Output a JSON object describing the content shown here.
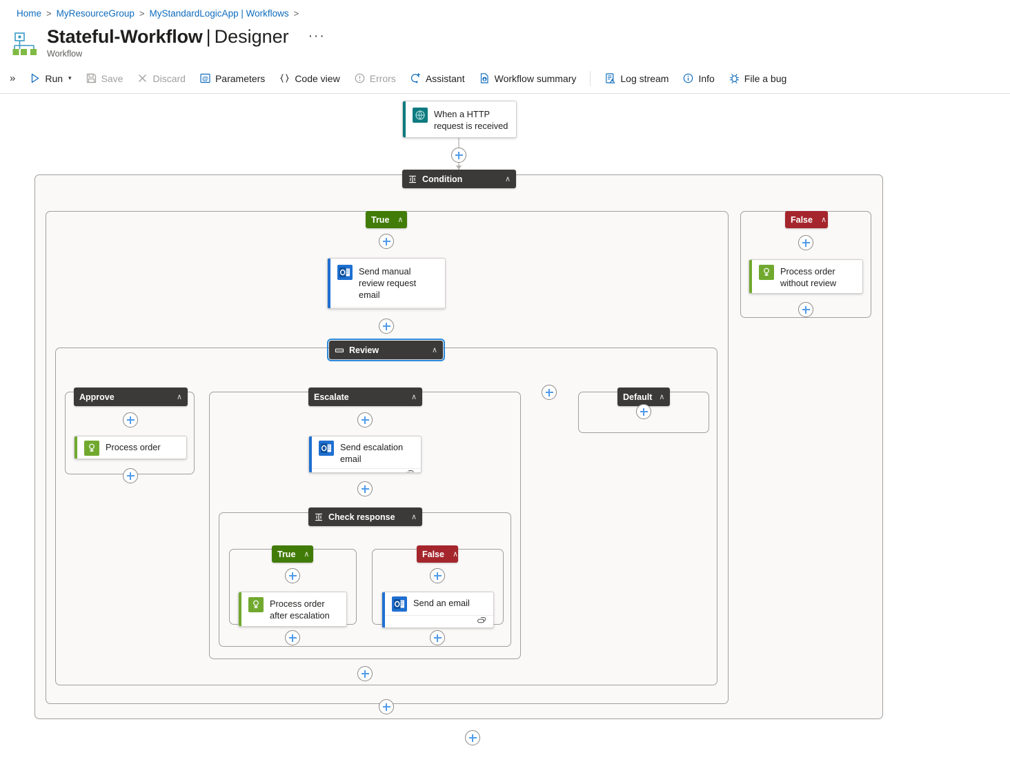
{
  "breadcrumb": {
    "items": [
      "Home",
      "MyResourceGroup",
      "MyStandardLogicApp | Workflows"
    ],
    "separator": ">"
  },
  "header": {
    "title": "Stateful-Workflow",
    "pipe": "|",
    "section": "Designer",
    "ellipsis": "···",
    "subtitle": "Workflow",
    "icon": "logic-app-icon"
  },
  "toolbar": {
    "expand_icon": "chevron-double-right-icon",
    "items": [
      {
        "label": "Run",
        "icon": "play-icon",
        "disabled": false,
        "caret": true
      },
      {
        "label": "Save",
        "icon": "save-icon",
        "disabled": true,
        "caret": false
      },
      {
        "label": "Discard",
        "icon": "close-icon",
        "disabled": true,
        "caret": false
      },
      {
        "label": "Parameters",
        "icon": "parameters-icon",
        "disabled": false,
        "caret": false
      },
      {
        "label": "Code view",
        "icon": "braces-icon",
        "disabled": false,
        "caret": false
      },
      {
        "label": "Errors",
        "icon": "error-circle-icon",
        "disabled": true,
        "caret": false
      },
      {
        "label": "Assistant",
        "icon": "assistant-sparkle-icon",
        "disabled": false,
        "caret": false
      },
      {
        "label": "Workflow summary",
        "icon": "workflow-summary-icon",
        "disabled": false,
        "caret": false
      }
    ],
    "items_right": [
      {
        "label": "Log stream",
        "icon": "log-stream-icon",
        "disabled": false,
        "caret": false
      },
      {
        "label": "Info",
        "icon": "info-circle-icon",
        "disabled": false,
        "caret": false
      },
      {
        "label": "File a bug",
        "icon": "bug-icon",
        "disabled": false,
        "caret": false
      }
    ]
  },
  "colors": {
    "accent_blue": "#0f6cbd",
    "header_dark": "#3b3a39",
    "true_green": "#427c08",
    "false_red": "#a4262c",
    "trigger_teal": "#0f7b80",
    "outlook_blue": "#1f6fd0",
    "compose_green": "#71a92f",
    "scope_bg": "#faf9f8",
    "scope_border": "#a19f9d"
  },
  "workflow": {
    "trigger": {
      "title": "When a HTTP request is received",
      "icon": "http-request-icon",
      "accent": "teal",
      "has_connection_row": false
    },
    "condition": {
      "label": "Condition",
      "icon": "condition-icon",
      "chevron": "∧",
      "selected": false
    },
    "branch_true": {
      "label": "True",
      "chevron": "∧"
    },
    "branch_false": {
      "label": "False",
      "chevron": "∧"
    },
    "send_manual_review": {
      "title": "Send manual review request email",
      "icon": "outlook-icon",
      "accent": "blue",
      "has_connection_row": true,
      "connection_icon": "connection-link-icon"
    },
    "process_without_review": {
      "title": "Process order without review",
      "icon": "compose-icon",
      "accent": "green",
      "has_connection_row": false
    },
    "review_switch": {
      "label": "Review",
      "icon": "switch-icon",
      "chevron": "∧",
      "selected": true
    },
    "case_approve": {
      "label": "Approve",
      "chevron": "∧"
    },
    "case_escalate": {
      "label": "Escalate",
      "chevron": "∧"
    },
    "case_default": {
      "label": "Default",
      "chevron": "∧"
    },
    "process_order": {
      "title": "Process order",
      "icon": "compose-icon",
      "accent": "green",
      "has_connection_row": false
    },
    "send_escalation_email": {
      "title": "Send escalation email",
      "icon": "outlook-icon",
      "accent": "blue",
      "has_connection_row": true,
      "connection_icon": "connection-link-icon"
    },
    "check_response": {
      "label": "Check response",
      "icon": "condition-icon",
      "chevron": "∧",
      "selected": false
    },
    "check_true": {
      "label": "True",
      "chevron": "∧"
    },
    "check_false": {
      "label": "False",
      "chevron": "∧"
    },
    "process_after_escalation": {
      "title": "Process order after escalation",
      "icon": "compose-icon",
      "accent": "green",
      "has_connection_row": false
    },
    "send_an_email": {
      "title": "Send an email",
      "icon": "outlook-icon",
      "accent": "blue",
      "has_connection_row": true,
      "connection_icon": "connection-link-icon"
    }
  }
}
